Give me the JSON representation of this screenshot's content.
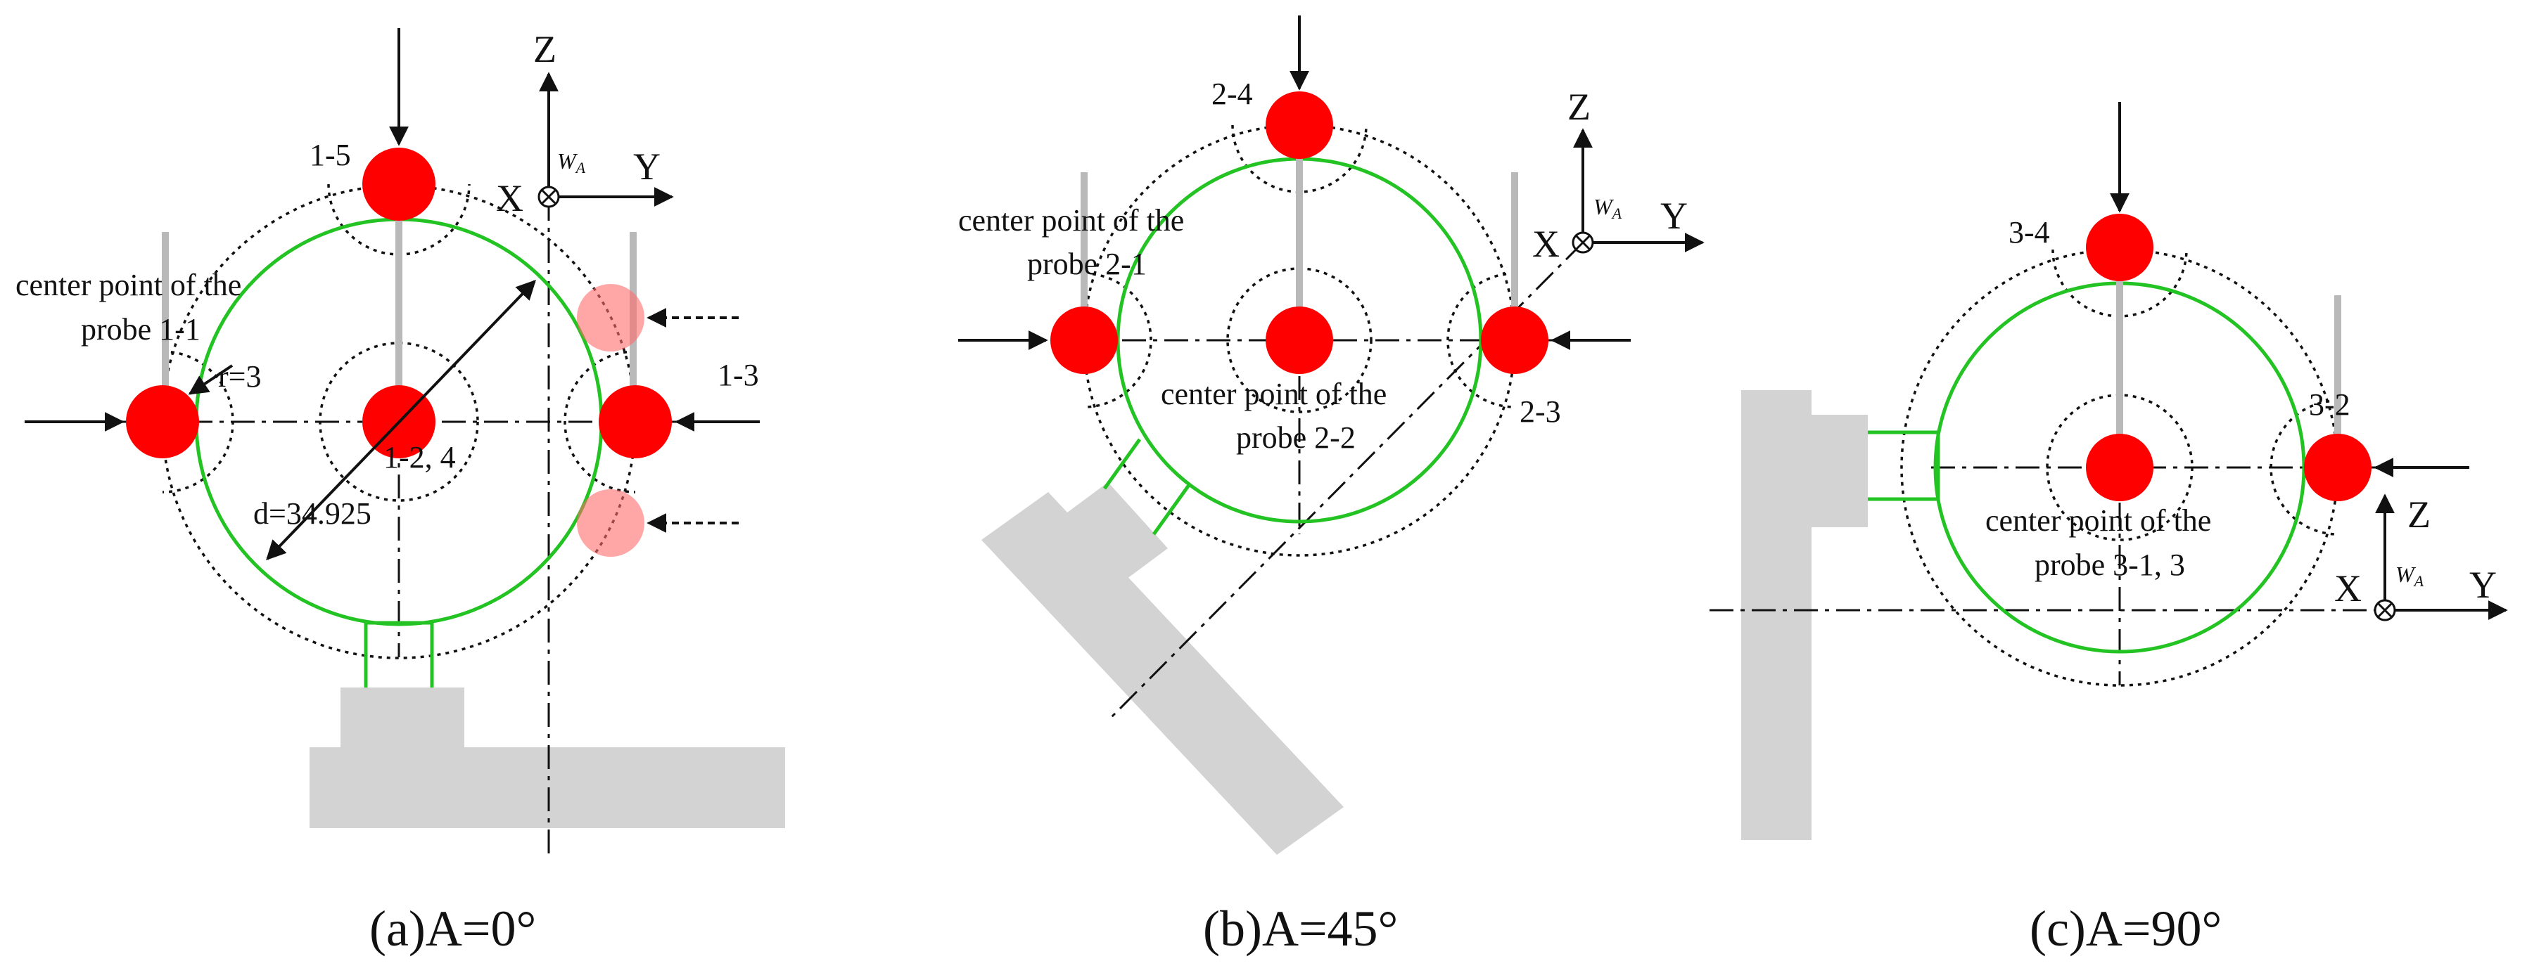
{
  "panel_a": {
    "caption": "(a)A=0°",
    "axes": {
      "z": "Z",
      "y": "Y",
      "x": "X",
      "origin": "W",
      "origin_sub": "A"
    },
    "labels": {
      "probe_top": "1-5",
      "probe_right": "1-3",
      "center_probe": "1-2, 4",
      "center_point_line1": "center point of the",
      "center_point_line2": "probe 1-1",
      "radius": "r=3",
      "diameter": "d=34.925"
    }
  },
  "panel_b": {
    "caption": "(b)A=45°",
    "axes": {
      "z": "Z",
      "y": "Y",
      "x": "X",
      "origin": "W",
      "origin_sub": "A"
    },
    "labels": {
      "probe_top": "2-4",
      "probe_right": "2-3",
      "left_point_line1": "center point of the",
      "left_point_line2": "probe 2-1",
      "center_point_line1": "center point of the",
      "center_point_line2": "probe 2-2"
    }
  },
  "panel_c": {
    "caption": "(c)A=90°",
    "axes": {
      "z": "Z",
      "y": "Y",
      "x": "X",
      "origin": "W",
      "origin_sub": "A"
    },
    "labels": {
      "probe_top": "3-4",
      "probe_right": "3-2",
      "center_point_line1": "center point of the",
      "center_point_line2": "probe 3-1, 3"
    }
  },
  "colors": {
    "probe_ball": "#ff0000",
    "ring": "#22c322",
    "fixture": "#d3d3d3",
    "stylus": "#b9b9b9"
  }
}
